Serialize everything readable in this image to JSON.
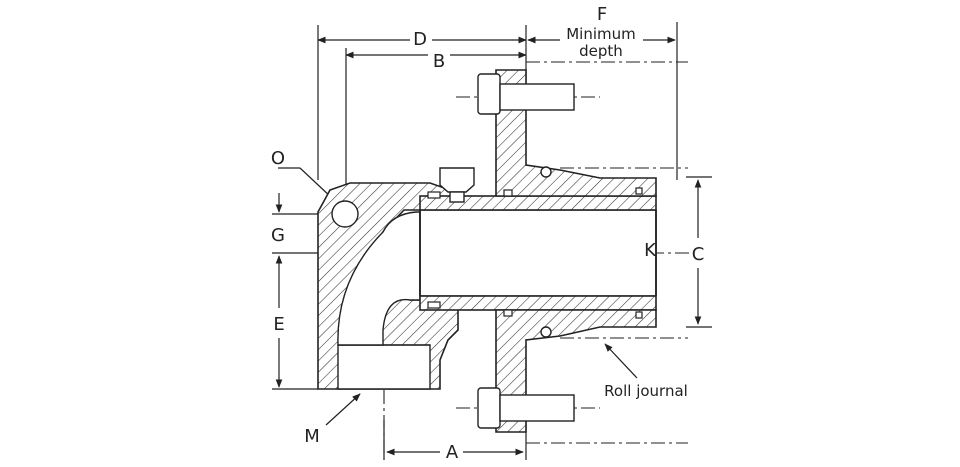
{
  "labels": {
    "D": "D",
    "B": "B",
    "F": "F",
    "min_depth_1": "Minimum",
    "min_depth_2": "depth",
    "O": "O",
    "G": "G",
    "E": "E",
    "K": "K",
    "C": "C",
    "M": "M",
    "A": "A",
    "roll_journal": "Roll journal"
  }
}
